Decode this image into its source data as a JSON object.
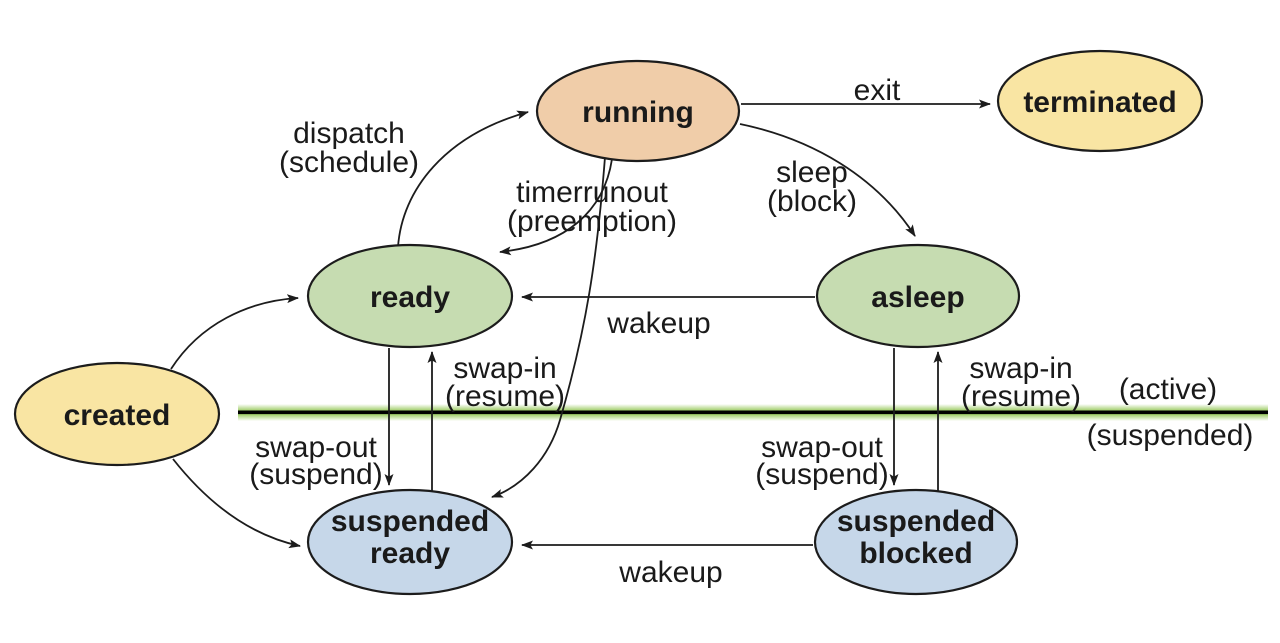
{
  "title": "Process state transition diagram",
  "colors": {
    "background": "#ffffff",
    "outline": "#1c1c1c",
    "text": "#1a1a1a",
    "running_fill": "#f0cda9",
    "yellow_fill": "#f9e5a3",
    "green_fill": "#c6dcb1",
    "blue_fill": "#c6d7e9",
    "divider_glow": "#9ccb63",
    "divider_core": "#000000"
  },
  "states": {
    "running": {
      "label": "running"
    },
    "terminated": {
      "label": "terminated"
    },
    "ready": {
      "label": "ready"
    },
    "asleep": {
      "label": "asleep"
    },
    "created": {
      "label": "created"
    },
    "suspended_ready": {
      "line1": "suspended",
      "line2": "ready"
    },
    "suspended_blocked": {
      "line1": "suspended",
      "line2": "blocked"
    }
  },
  "edges": {
    "dispatch": {
      "line1": "dispatch",
      "line2": "(schedule)"
    },
    "timerrunout": {
      "line1": "timerrunout",
      "line2": "(preemption)"
    },
    "exit": {
      "label": "exit"
    },
    "sleep": {
      "line1": "sleep",
      "line2": "(block)"
    },
    "wakeup_active": {
      "label": "wakeup"
    },
    "wakeup_suspended": {
      "label": "wakeup"
    },
    "swap_in_ready": {
      "line1": "swap-in",
      "line2": "(resume)"
    },
    "swap_out_ready": {
      "line1": "swap-out",
      "line2": "(suspend)"
    },
    "swap_in_blocked": {
      "line1": "swap-in",
      "line2": "(resume)"
    },
    "swap_out_blocked": {
      "line1": "swap-out",
      "line2": "(suspend)"
    }
  },
  "divider": {
    "active_label": "(active)",
    "suspended_label": "(suspended)"
  }
}
